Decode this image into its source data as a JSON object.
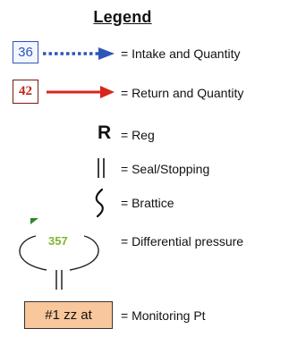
{
  "legend": {
    "title": "Legend",
    "intake": {
      "box_value": "36",
      "label": "= Intake and Quantity",
      "color": "#2e56b8"
    },
    "return": {
      "box_value": "42",
      "label": "= Return and Quantity",
      "color": "#d9251c"
    },
    "reg": {
      "symbol": "R",
      "label": "= Reg"
    },
    "seal": {
      "label": "= Seal/Stopping"
    },
    "brattice": {
      "label": "= Brattice"
    },
    "differential": {
      "value": "357",
      "label": "= Differential pressure",
      "color": "#7fb62a"
    },
    "monitoring": {
      "box_text": "#1 zz at",
      "label": "= Monitoring Pt",
      "fill": "#f9c79c"
    }
  }
}
